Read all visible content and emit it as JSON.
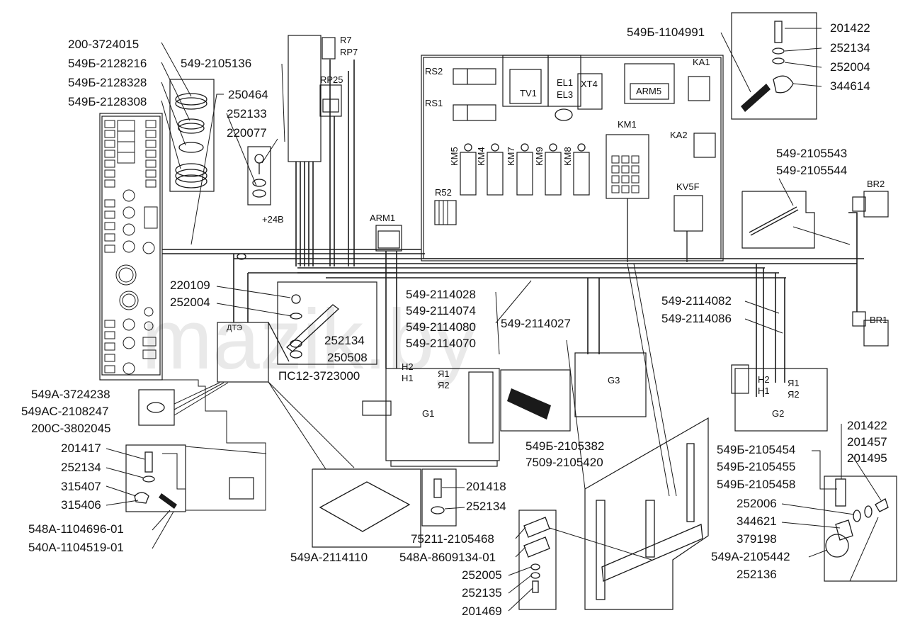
{
  "watermark": "mazik.by",
  "part_numbers": {
    "p200_3724015": "200-3724015",
    "p549B_2128216": "549Б-2128216",
    "p549B_2128328": "549Б-2128328",
    "p549B_2128308": "549Б-2128308",
    "p549_2105136": "549-2105136",
    "p250464": "250464",
    "p252133": "252133",
    "p220077": "220077",
    "p220109": "220109",
    "p252004a": "252004",
    "p252134a": "252134",
    "p250508": "250508",
    "pPS12": "ПС12-3723000",
    "p549_2114028": "549-2114028",
    "p549_2114074": "549-2114074",
    "p549_2114080": "549-2114080",
    "p549_2114070": "549-2114070",
    "p549_2114027": "549-2114027",
    "p549B_1104991": "549Б-1104991",
    "p201422a": "201422",
    "p252134b": "252134",
    "p252004b": "252004",
    "p344614": "344614",
    "p549_2105543": "549-2105543",
    "p549_2105544": "549-2105544",
    "p549_2114082": "549-2114082",
    "p549_2114086": "549-2114086",
    "p549A_3724238": "549А-3724238",
    "p549AC_2108247": "549АС-2108247",
    "p200C_3802045": "200С-3802045",
    "p201417": "201417",
    "p252134c": "252134",
    "p315407": "315407",
    "p315406": "315406",
    "p548A_1104696": "548А-1104696-01",
    "p540A_1104519": "540А-1104519-01",
    "p549B_2105382": "549Б-2105382",
    "p7509_2105420": "7509-2105420",
    "p201418": "201418",
    "p252134d": "252134",
    "p549A_2114110": "549А-2114110",
    "p75211_2105468": "75211-2105468",
    "p548A_8609134": "548А-8609134-01",
    "p252005": "252005",
    "p252135": "252135",
    "p201469": "201469",
    "p201422b": "201422",
    "p201457": "201457",
    "p201495": "201495",
    "p549B_2105454": "549Б-2105454",
    "p549B_2105455": "549Б-2105455",
    "p549B_2105458": "549Б-2105458",
    "p252006": "252006",
    "p344621": "344621",
    "p379198": "379198",
    "p549A_2105442": "549А-2105442",
    "p252136": "252136"
  },
  "designators": {
    "R7": "R7",
    "RP7": "RP7",
    "RP25": "RP25",
    "RS2": "RS2",
    "RS1": "RS1",
    "TV1": "TV1",
    "EL1": "EL1",
    "EL3": "EL3",
    "XT4": "XT4",
    "ARM5": "ARM5",
    "KA1": "KA1",
    "KA2": "KA2",
    "KM1": "KM1",
    "KM5": "KM5",
    "KM4": "KM4",
    "KM7": "KM7",
    "KM9": "KM9",
    "KM8": "KM8",
    "R52": "R52",
    "ARM1": "ARM1",
    "KV5F": "KV5F",
    "BR2": "BR2",
    "BR1": "BR1",
    "plus24V": "+24B",
    "G1": "G1",
    "G2": "G2",
    "G3": "G3",
    "H2a": "H2",
    "H1a": "H1",
    "Ya1a": "Я1",
    "Ya2a": "Я2",
    "H2b": "H2",
    "H1b": "H1",
    "Ya1b": "Я1",
    "Ya2b": "Я2",
    "DT": "ДТЭ"
  }
}
